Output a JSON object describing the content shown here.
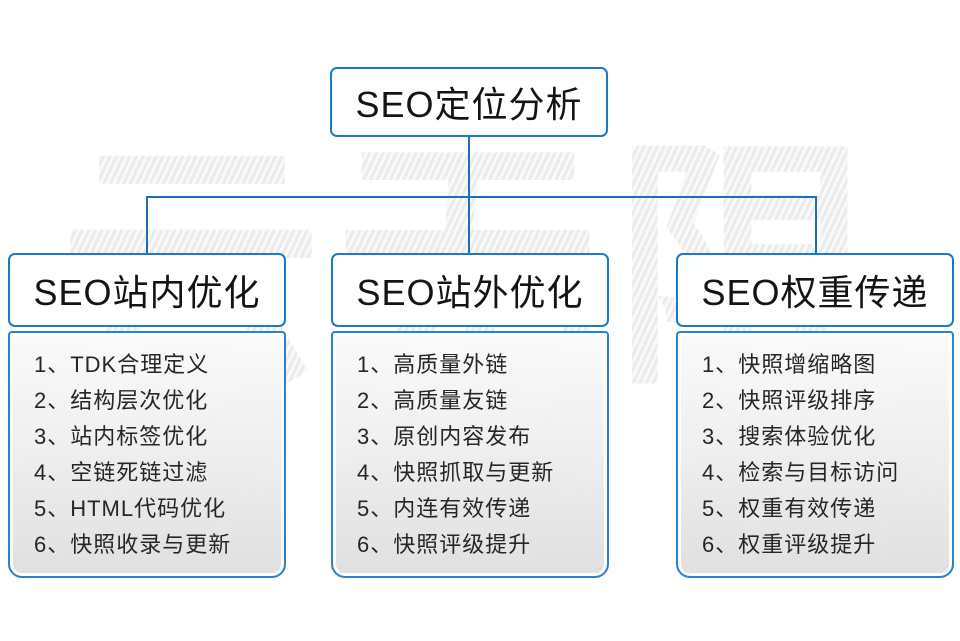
{
  "diagram": {
    "root": {
      "title": "SEO定位分析"
    },
    "columns": [
      {
        "title": "SEO站内优化",
        "items": [
          "1、TDK合理定义",
          "2、结构层次优化",
          "3、站内标签优化",
          "4、空链死链过滤",
          "5、HTML代码优化",
          "6、快照收录与更新"
        ]
      },
      {
        "title": "SEO站外优化",
        "items": [
          "1、高质量外链",
          "2、高质量友链",
          "3、原创内容发布",
          "4、快照抓取与更新",
          "5、内连有效传递",
          "6、快照评级提升"
        ]
      },
      {
        "title": "SEO权重传递",
        "items": [
          "1、快照增缩略图",
          "2、快照评级排序",
          "3、搜索体验优化",
          "4、检索与目标访问",
          "5、权重有效传递",
          "6、权重评级提升"
        ]
      }
    ],
    "watermark": "云无限",
    "colors": {
      "box_border_blue": "#1a7ac6",
      "connector_blue": "#1c6fb4",
      "text_dark": "#141414",
      "list_text": "#262626",
      "panel_gradient_top": "#fdfdfd",
      "panel_gradient_bottom": "#e2e2e2",
      "watermark_gray": "#ebebeb"
    }
  }
}
